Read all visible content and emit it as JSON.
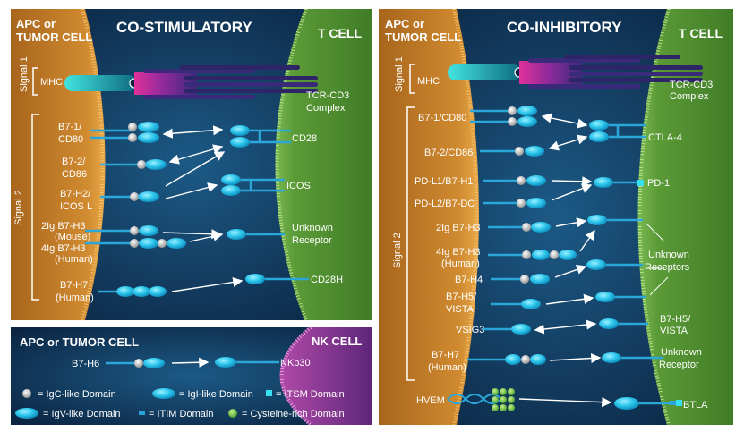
{
  "colors": {
    "bg_dark": "#0e2a4a",
    "apc": "#c9822a",
    "tcell": "#5c9a38",
    "nk": "#7a2f8a",
    "domain": "#3ec8ea",
    "igc": "#bfbfbf",
    "connector": "#2aa6d8",
    "itsm": "#35e0f0"
  },
  "costim": {
    "apc_title_l1": "APC or",
    "apc_title_l2": "TUMOR CELL",
    "title": "CO-STIMULATORY",
    "tcell_title": "T CELL",
    "signal1": "Signal 1",
    "signal2": "Signal 2",
    "mhc": "MHC",
    "tcr_l1": "TCR-CD3",
    "tcr_l2": "Complex",
    "ligands": [
      {
        "l1": "B7-1/",
        "l2": "CD80"
      },
      {
        "l1": "B7-2/",
        "l2": "CD86"
      },
      {
        "l1": "B7-H2/",
        "l2": "ICOS L"
      },
      {
        "l1": "2Ig B7-H3",
        "l2": "(Mouse)"
      },
      {
        "l1": "4Ig B7-H3",
        "l2": "(Human)"
      },
      {
        "l1": "B7-H7",
        "l2": "(Human)"
      }
    ],
    "receptors": [
      {
        "l1": "CD28",
        "l2": ""
      },
      {
        "l1": "ICOS",
        "l2": ""
      },
      {
        "l1": "Unknown",
        "l2": "Receptor"
      },
      {
        "l1": "CD28H",
        "l2": ""
      }
    ]
  },
  "nk": {
    "apc_title": "APC or TUMOR CELL",
    "nk_title": "NK CELL",
    "ligand": "B7-H6",
    "receptor": "NKp30"
  },
  "legend": {
    "igc": "= IgC-like Domain",
    "igi": "= IgI-like Domain",
    "itsm": "= ITSM Domain",
    "igv": "= IgV-like Domain",
    "itim": "= ITIM Domain",
    "cys": "= Cysteine-rich Domain"
  },
  "coinhib": {
    "apc_title_l1": "APC or",
    "apc_title_l2": "TUMOR CELL",
    "title": "CO-INHIBITORY",
    "tcell_title": "T CELL",
    "signal1": "Signal 1",
    "signal2": "Signal 2",
    "mhc": "MHC",
    "tcr_l1": "TCR-CD3",
    "tcr_l2": "Complex",
    "ligands": [
      {
        "l1": "B7-1/CD80",
        "l2": ""
      },
      {
        "l1": "B7-2/CD86",
        "l2": ""
      },
      {
        "l1": "PD-L1/B7-H1",
        "l2": ""
      },
      {
        "l1": "PD-L2/B7-DC",
        "l2": ""
      },
      {
        "l1": "2Ig B7-H3",
        "l2": ""
      },
      {
        "l1": "4Ig B7-H3",
        "l2": "(Human)"
      },
      {
        "l1": "B7-H4",
        "l2": ""
      },
      {
        "l1": "B7-H5/",
        "l2": "VISTA"
      },
      {
        "l1": "VSIG3",
        "l2": ""
      },
      {
        "l1": "B7-H7",
        "l2": "(Human)"
      },
      {
        "l1": "HVEM",
        "l2": ""
      }
    ],
    "receptors": [
      {
        "l1": "CTLA-4",
        "l2": ""
      },
      {
        "l1": "PD-1",
        "l2": ""
      },
      {
        "l1": "Unknown",
        "l2": "Receptors"
      },
      {
        "l1": "B7-H5/",
        "l2": "VISTA"
      },
      {
        "l1": "Unknown",
        "l2": "Receptor"
      },
      {
        "l1": "BTLA",
        "l2": ""
      }
    ]
  }
}
